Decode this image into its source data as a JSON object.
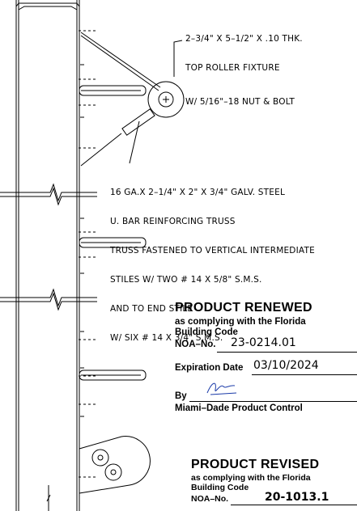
{
  "notes": {
    "roller": {
      "line1": "2–3/4\" X 5–1/2\" X .10 THK.",
      "line2": "TOP ROLLER FIXTURE",
      "line3": "W/ 5/16\"–18 NUT & BOLT"
    },
    "truss": {
      "line1": "16 GA.X 2–1/4\" X 2\" X 3/4\" GALV. STEEL",
      "line2": "U. BAR REINFORCING TRUSS",
      "line3": "TRUSS FASTENED TO VERTICAL INTERMEDIATE",
      "line4": "STILES W/ TWO # 14 X 5/8\" S.M.S.",
      "line5": "AND TO END STILE",
      "line6": "W/ SIX # 14 X 3/4\" S.M.S."
    }
  },
  "stamp_renewed": {
    "title": "PRODUCT RENEWED",
    "line1": "as complying with the Florida",
    "line2": "Building Code",
    "noa_label": "NOA–No.",
    "noa_value": "23-0214.01",
    "exp_label": "Expiration Date",
    "exp_value": "03/10/2024",
    "by_label": "By",
    "agency": "Miami–Dade Product Control"
  },
  "stamp_revised": {
    "title": "PRODUCT REVISED",
    "line1": "as complying with the Florida",
    "line2": "Building Code",
    "noa_label": "NOA–No.",
    "noa_value": "20-1013.1"
  }
}
